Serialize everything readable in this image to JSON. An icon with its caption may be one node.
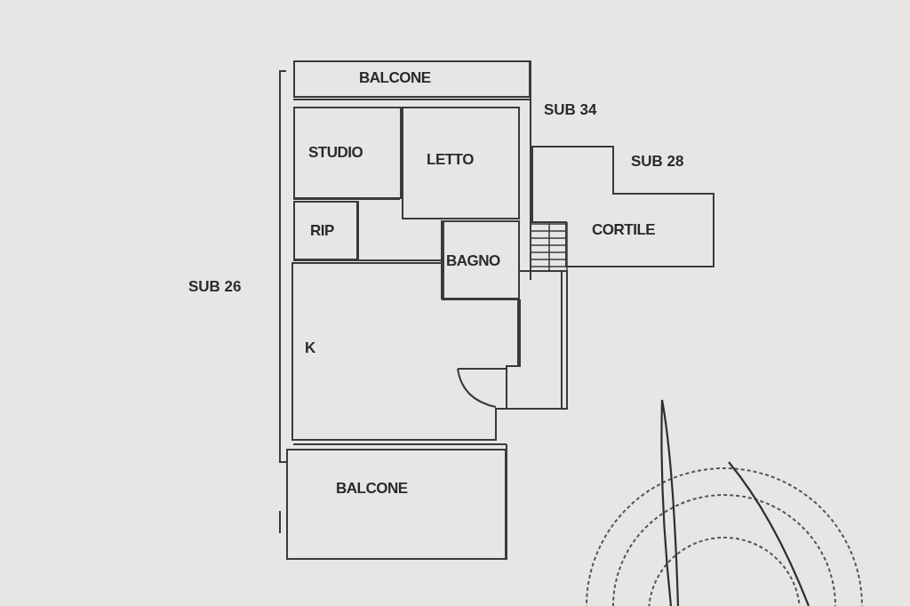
{
  "diagram": {
    "nodes": [
      {
        "text": [
          "BALCONE"
        ]
      },
      {
        "text": [
          "STUDIO"
        ]
      },
      {
        "text": [
          "LETTO"
        ]
      },
      {
        "text": [
          "RIP"
        ]
      },
      {
        "text": [
          "BAGNO"
        ]
      },
      {
        "text": [
          "K"
        ]
      },
      {
        "text": [
          "BALCONE"
        ]
      },
      {
        "text": [
          "CORTILE"
        ]
      }
    ],
    "edges": [],
    "labels": [
      "SUB 34",
      "SUB 28",
      "SUB 26"
    ]
  }
}
